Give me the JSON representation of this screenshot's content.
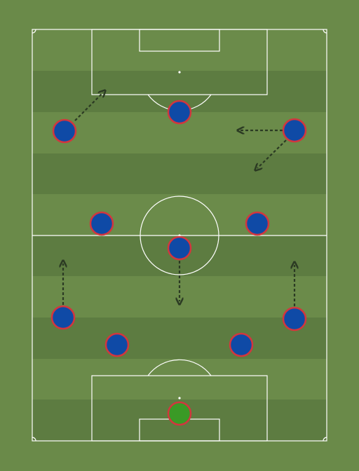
{
  "colors": {
    "background": "#6a8a49",
    "stripe_light": "#6b8b4a",
    "stripe_dark": "#5d7c41",
    "lines": "#ffffff",
    "player_fill": "#0f4aa6",
    "player_ring": "#d2363e",
    "keeper_fill": "#3a9a26",
    "arrow": "#2b3a23"
  },
  "players": [
    {
      "role": "outfield",
      "id": "striker"
    },
    {
      "role": "outfield",
      "id": "left-forward"
    },
    {
      "role": "outfield",
      "id": "right-forward"
    },
    {
      "role": "outfield",
      "id": "left-center-mid"
    },
    {
      "role": "outfield",
      "id": "right-center-mid"
    },
    {
      "role": "outfield",
      "id": "defensive-mid"
    },
    {
      "role": "outfield",
      "id": "left-back"
    },
    {
      "role": "outfield",
      "id": "right-back"
    },
    {
      "role": "outfield",
      "id": "left-center-back"
    },
    {
      "role": "outfield",
      "id": "right-center-back"
    },
    {
      "role": "goalkeeper",
      "id": "goalkeeper"
    }
  ]
}
